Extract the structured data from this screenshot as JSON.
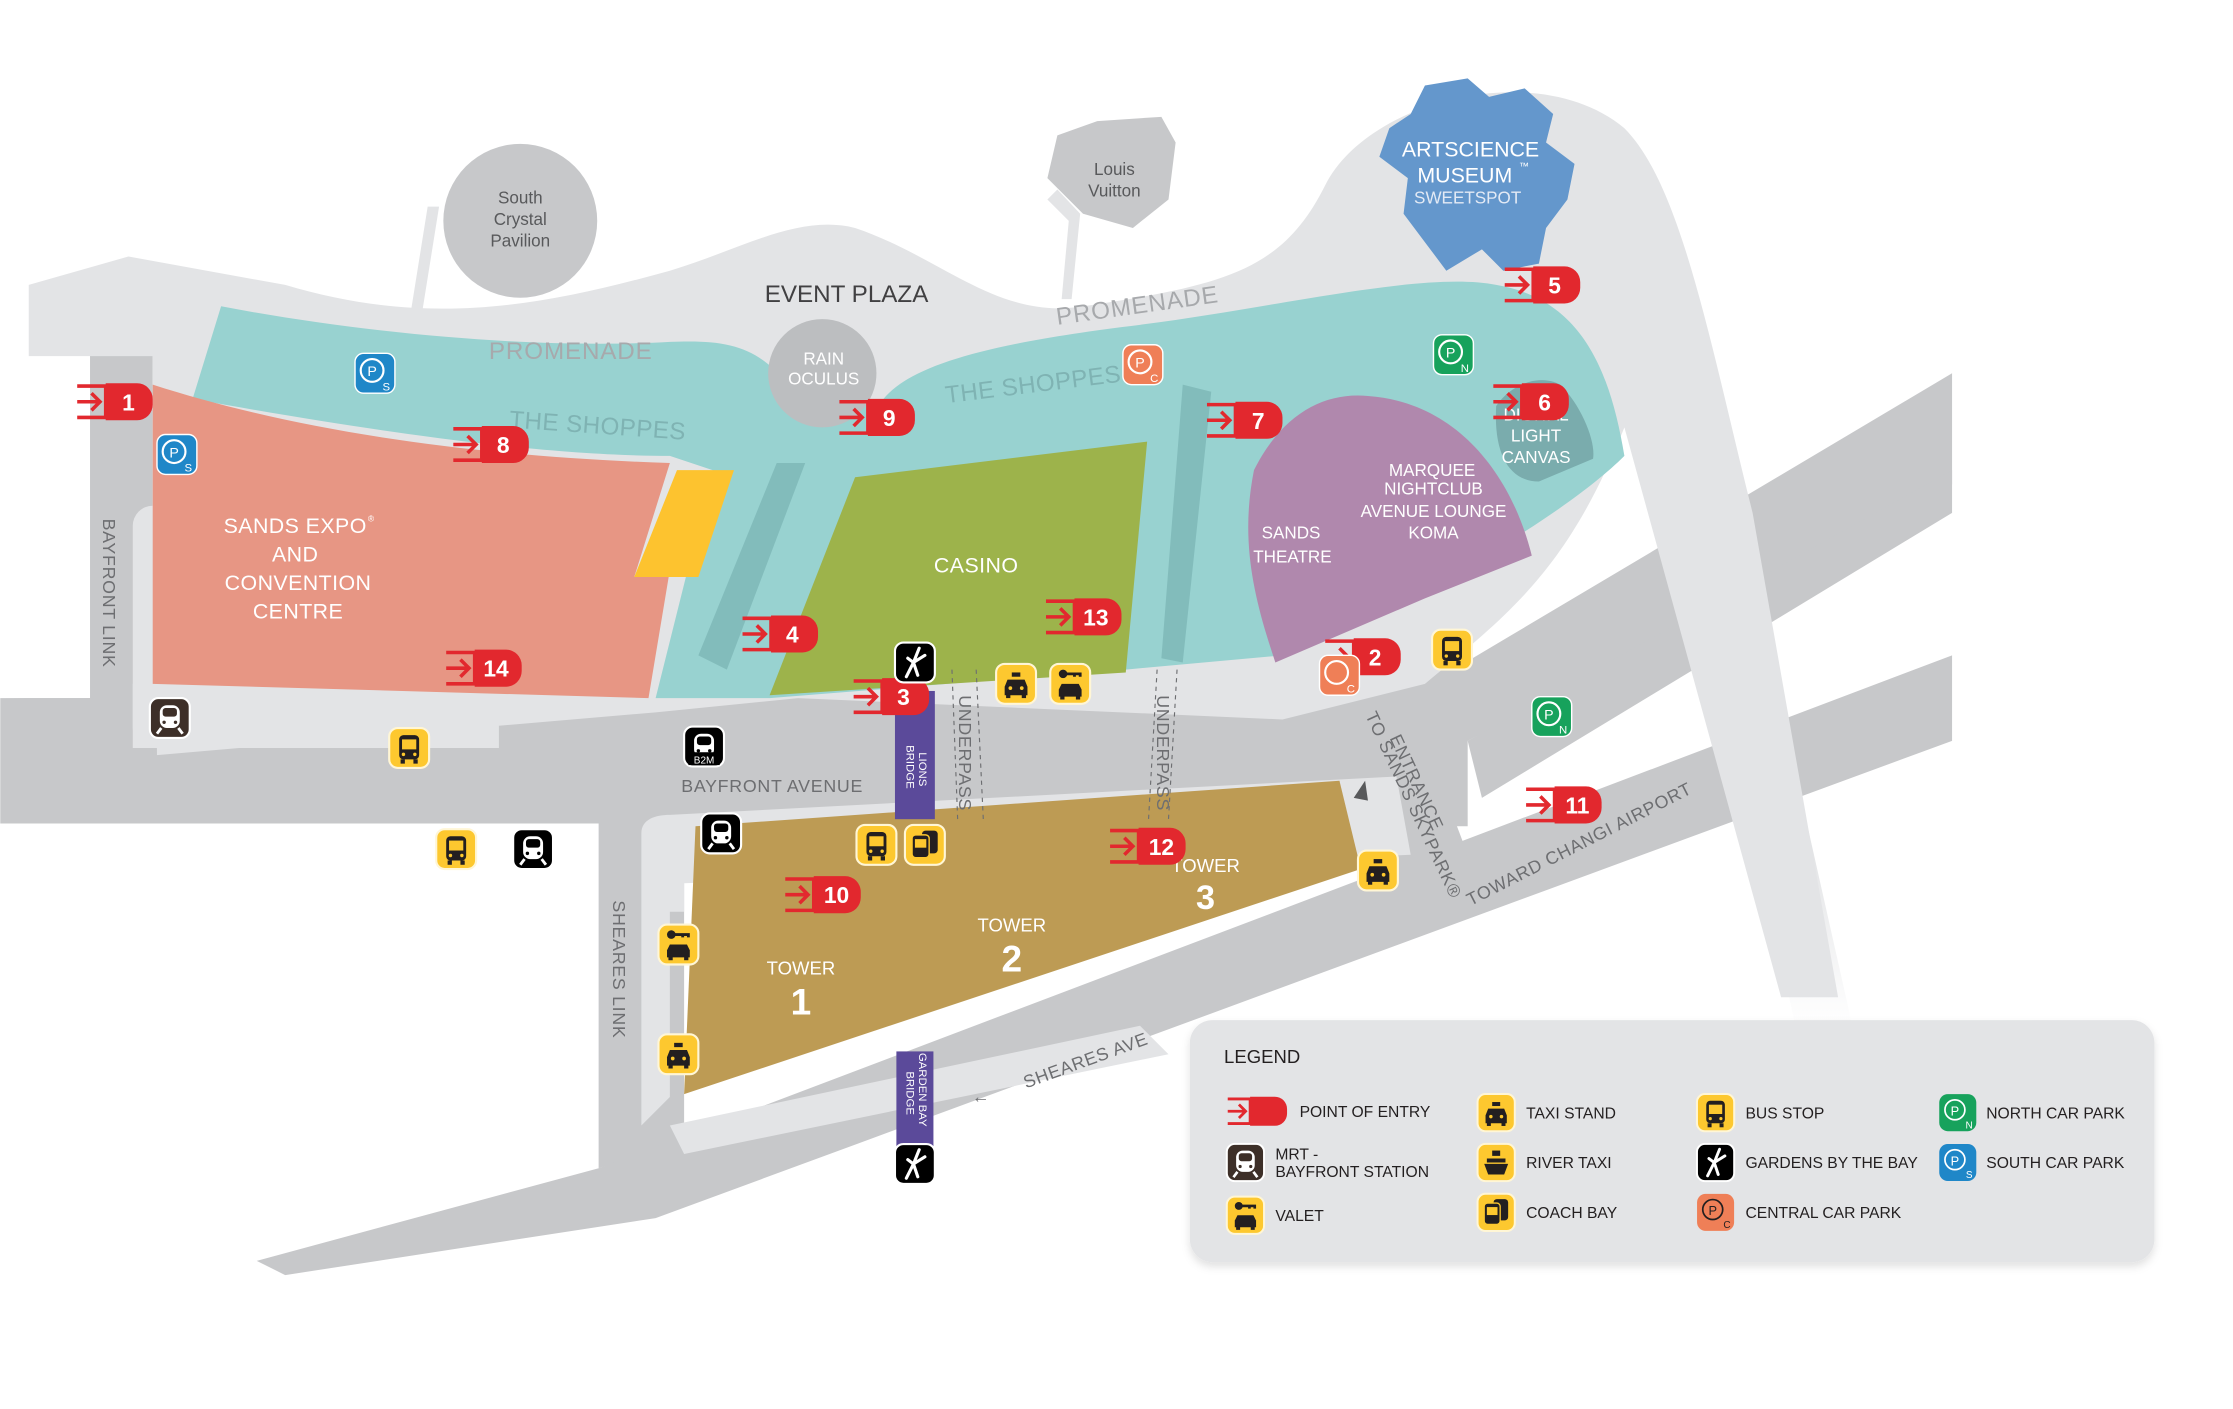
{
  "map": {
    "places": {
      "artscience_line1": "ARTSCIENCE",
      "artscience_line2": "MUSEUM",
      "artscience_tm": "™",
      "artscience_line3": "SWEETSPOT",
      "louis_vuitton_line1": "Louis",
      "louis_vuitton_line2": "Vuitton",
      "south_crystal_line1": "South",
      "south_crystal_line2": "Crystal",
      "south_crystal_line3": "Pavilion",
      "event_plaza": "EVENT PLAZA",
      "promenade_left": "PROMENADE",
      "promenade_right": "PROMENADE",
      "rain_oculus_line1": "RAIN",
      "rain_oculus_line2": "OCULUS",
      "shoppes_left": "THE SHOPPES",
      "shoppes_right": "THE SHOPPES",
      "sands_expo_line1": "SANDS EXPO",
      "sands_expo_reg": "®",
      "sands_expo_line2": "AND",
      "sands_expo_line3": "CONVENTION",
      "sands_expo_line4": "CENTRE",
      "casino": "CASINO",
      "sands_theatre_line1": "SANDS",
      "sands_theatre_line2": "THEATRE",
      "marquee_line1": "MARQUEE",
      "marquee_line2": "NIGHTCLUB",
      "marquee_line3": "AVENUE LOUNGE",
      "marquee_line4": "KOMA",
      "digital_line1": "DIGITAL",
      "digital_line2": "LIGHT",
      "digital_line3": "CANVAS",
      "tower1_label": "TOWER",
      "tower1_num": "1",
      "tower2_label": "TOWER",
      "tower2_num": "2",
      "tower3_label": "TOWER",
      "tower3_num": "3"
    },
    "roads": {
      "bayfront_link": "BAYFRONT LINK",
      "bayfront_avenue": "BAYFRONT AVENUE",
      "sheares_link": "SHEARES LINK",
      "sheares_ave": "SHEARES AVE",
      "sheares_ave_arrow": "←",
      "toward_changi": "TOWARD CHANGI AIRPORT",
      "underpass_1": "UNDERPASS",
      "underpass_2": "UNDERPASS",
      "lions_bridge_line1": "LIONS",
      "lions_bridge_line2": "BRIDGE",
      "garden_bay_line1": "GARDEN BAY",
      "garden_bay_line2": "BRIDGE",
      "skypark_line1": "ENTRANCE",
      "skypark_line2": "TO SANDS SKYPARK®",
      "b2m": "B2M"
    },
    "entries": [
      {
        "num": "1"
      },
      {
        "num": "2"
      },
      {
        "num": "3"
      },
      {
        "num": "4"
      },
      {
        "num": "5"
      },
      {
        "num": "6"
      },
      {
        "num": "7"
      },
      {
        "num": "8"
      },
      {
        "num": "9"
      },
      {
        "num": "10"
      },
      {
        "num": "11"
      },
      {
        "num": "12"
      },
      {
        "num": "13"
      },
      {
        "num": "14"
      }
    ]
  },
  "legend": {
    "title": "LEGEND",
    "items": [
      {
        "icon": "entry-icon",
        "label": "POINT OF ENTRY"
      },
      {
        "icon": "taxi-stand-icon",
        "label": "TAXI STAND"
      },
      {
        "icon": "bus-stop-icon",
        "label": "BUS STOP"
      },
      {
        "icon": "north-car-park-icon",
        "label": "NORTH CAR PARK"
      },
      {
        "icon": "mrt-icon",
        "label_line1": "MRT -",
        "label_line2": "BAYFRONT STATION"
      },
      {
        "icon": "river-taxi-icon",
        "label": "RIVER TAXI"
      },
      {
        "icon": "gardens-by-the-bay-icon",
        "label": "GARDENS BY THE BAY"
      },
      {
        "icon": "south-car-park-icon",
        "label": "SOUTH CAR PARK"
      },
      {
        "icon": "valet-icon",
        "label": "VALET"
      },
      {
        "icon": "coach-bay-icon",
        "label": "COACH BAY"
      },
      {
        "icon": "central-car-park-icon",
        "label": "CENTRAL CAR PARK"
      }
    ],
    "parking_letters": {
      "p": "P",
      "n": "N",
      "s": "S",
      "c": "C"
    }
  },
  "colors": {
    "entry_red": "#e2282e",
    "shoppes_teal": "#98d2d0",
    "expo_salmon": "#e79684",
    "casino_green": "#9db34b",
    "theatre_purple": "#b088ad",
    "towers_gold": "#bd9b54",
    "artscience_blue": "#6497cc",
    "bridge_purple": "#5b4a9a",
    "road_grey": "#c7c8ca",
    "walkway_grey": "#e3e4e6",
    "icon_yellow": "#fdc82f",
    "north_green": "#17a25c",
    "south_blue": "#1f87c8",
    "central_orange": "#ef7f57",
    "mrt_brown": "#3d2f28",
    "legend_bg": "#e3e4e6"
  }
}
